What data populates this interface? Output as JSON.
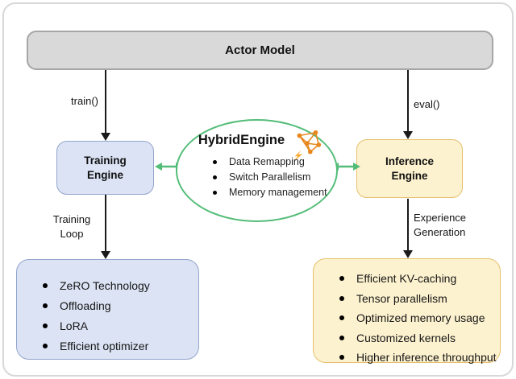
{
  "colors": {
    "frame-border": "#d8d8d8",
    "actor-fill": "#d9d9d9",
    "actor-border": "#a6a6a6",
    "blue-fill": "#dbe3f4",
    "blue-border": "#93a5cc",
    "yellow-fill": "#fdf2cf",
    "yellow-border": "#e7c06e",
    "green": "#53bd78",
    "arrow-black": "#1a1a1a",
    "text": "#1f1f1f",
    "icon-orange": "#e8871e",
    "icon-bolt": "#f6a62a"
  },
  "actor": {
    "label": "Actor Model"
  },
  "edges": {
    "train_label": "train()",
    "eval_label": "eval()",
    "training_loop_label": "Training Loop",
    "experience_label": "Experience Generation"
  },
  "training_engine": {
    "label": "Training Engine"
  },
  "inference_engine": {
    "label": "Inference Engine"
  },
  "hybrid_engine": {
    "title": "HybridEngine",
    "icon": "network-graph-icon",
    "items": [
      "Data Remapping",
      "Switch Parallelism",
      "Memory management"
    ]
  },
  "training_box": {
    "items": [
      "ZeRO Technology",
      "Offloading",
      "LoRA",
      "Efficient optimizer"
    ]
  },
  "inference_box": {
    "items": [
      "Efficient KV-caching",
      "Tensor parallelism",
      "Optimized memory usage",
      "Customized kernels",
      "Higher inference throughput"
    ]
  }
}
